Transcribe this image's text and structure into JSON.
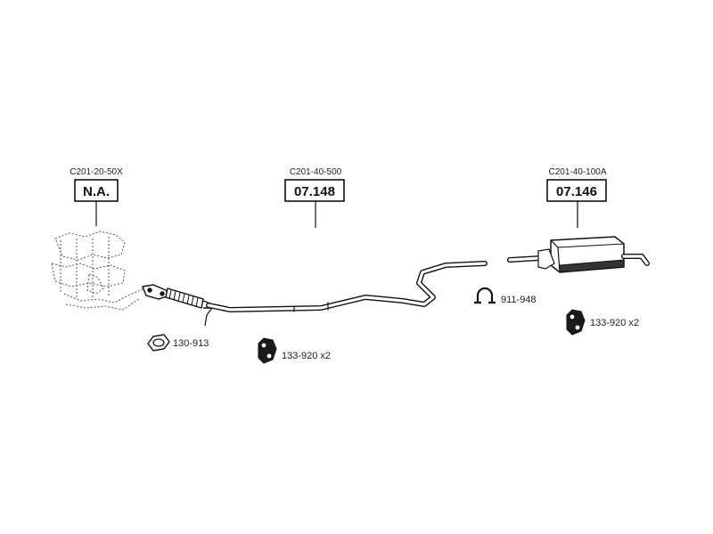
{
  "callouts": [
    {
      "code": "C201-20-50X",
      "label": "N.A."
    },
    {
      "code": "C201-40-500",
      "label": "07.148"
    },
    {
      "code": "C201-40-100A",
      "label": "07.146"
    }
  ],
  "parts": [
    {
      "label": "130-913",
      "icon": "gasket-icon"
    },
    {
      "label": "133-920 x2",
      "icon": "rubber-mount-icon"
    },
    {
      "label": "911-948",
      "icon": "clamp-icon"
    },
    {
      "label": "133-920 x2",
      "icon": "rubber-mount-icon"
    }
  ],
  "colors": {
    "line": "#111111",
    "fill": "#ffffff"
  }
}
